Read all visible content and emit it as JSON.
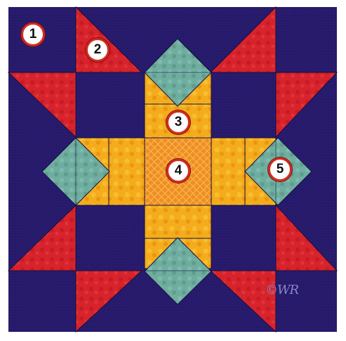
{
  "labels": [
    "1",
    "2",
    "3",
    "4",
    "5"
  ],
  "watermark": "©WR",
  "colors": {
    "background": "#2a1c72",
    "red": "#d6202a",
    "gold": "#f2a81a",
    "orange_center": "#ef8a1c",
    "teal": "#6aa89e",
    "seam": "#151040"
  }
}
